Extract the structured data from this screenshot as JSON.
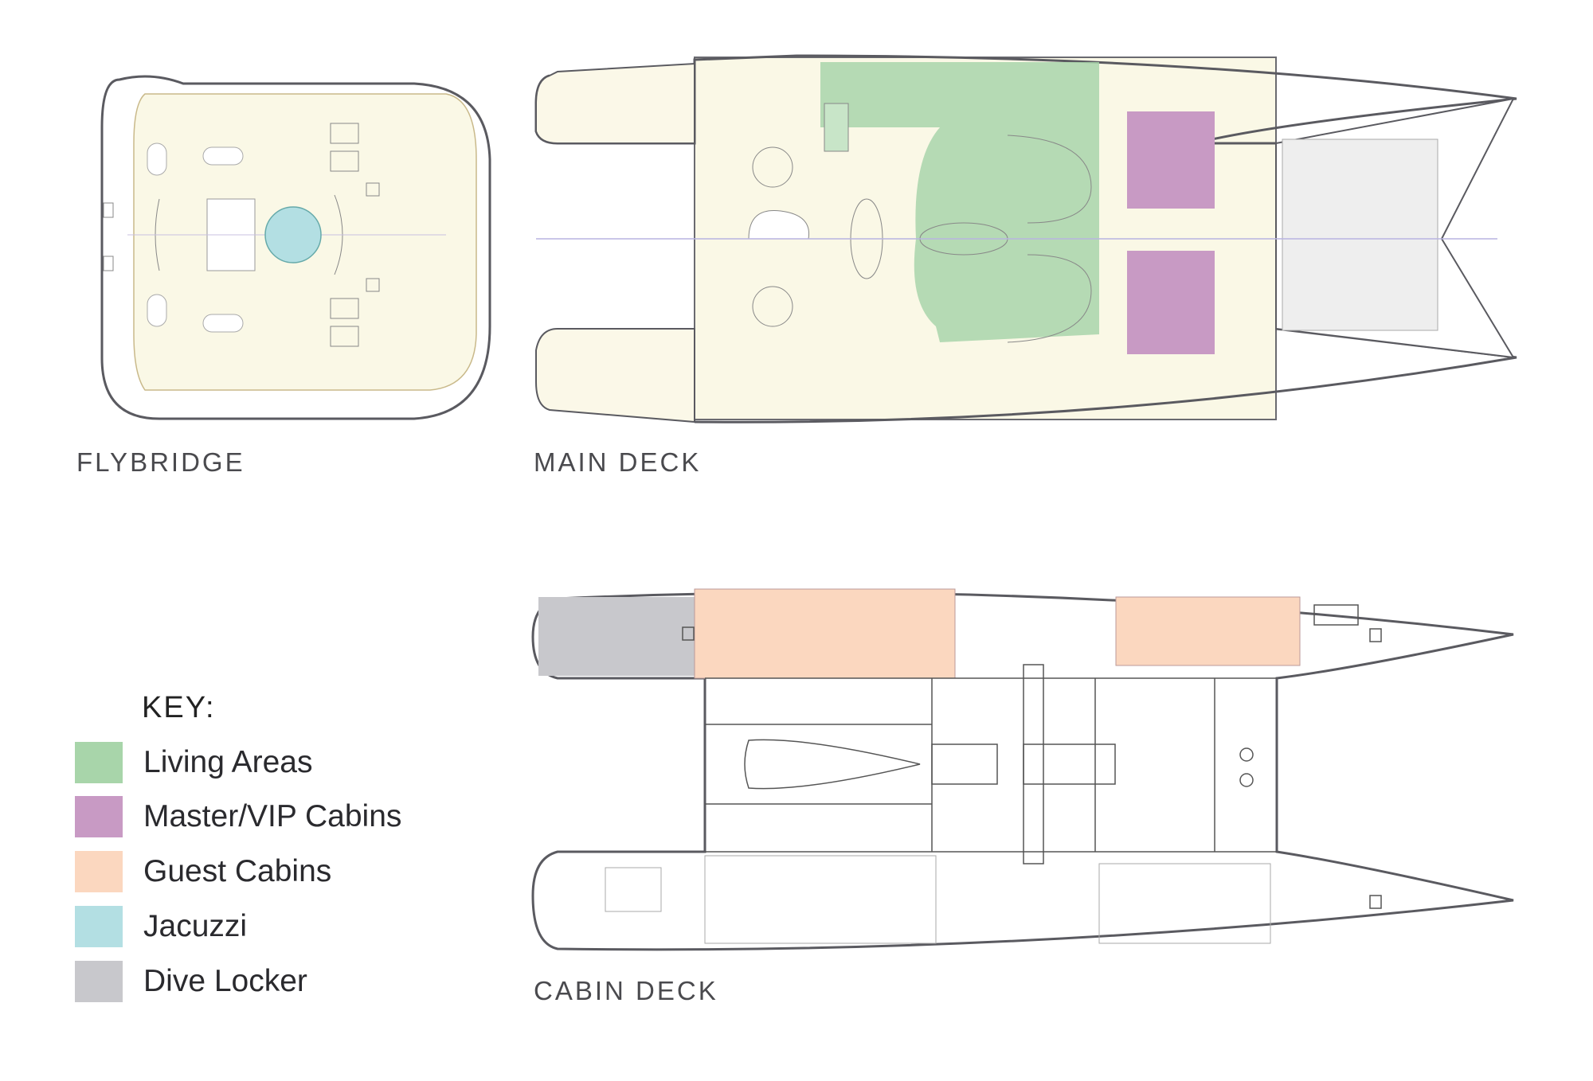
{
  "decks": [
    {
      "id": "flybridge",
      "label": "FLYBRIDGE"
    },
    {
      "id": "main",
      "label": "MAIN DECK"
    },
    {
      "id": "cabin",
      "label": "CABIN DECK"
    }
  ],
  "key": {
    "title": "KEY:",
    "items": [
      {
        "label": "Living Areas",
        "color": "#a8d5aa"
      },
      {
        "label": "Master/VIP Cabins",
        "color": "#c89ac4"
      },
      {
        "label": "Guest Cabins",
        "color": "#fbd7bf"
      },
      {
        "label": "Jacuzzi",
        "color": "#b3dfe3"
      },
      {
        "label": "Dive Locker",
        "color": "#c8c8cc"
      }
    ]
  },
  "colors": {
    "cream": "#faf8e6",
    "outline": "#5a5a60",
    "net": "#eeeeee"
  }
}
